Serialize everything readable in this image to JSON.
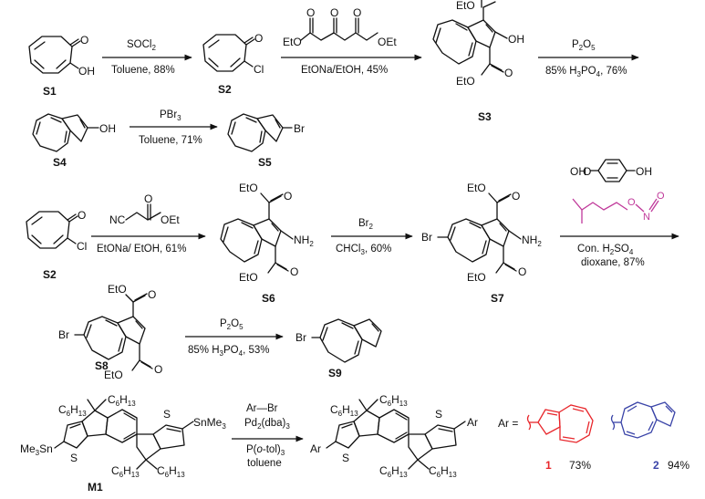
{
  "colors": {
    "ink": "#111111",
    "compound_1": "#e8262b",
    "compound_2": "#3a44a8",
    "nitrite": "#c0399a"
  },
  "compounds": {
    "S1": "S1",
    "S2": "S2",
    "S3": "S3",
    "S4": "S4",
    "S5": "S5",
    "S6": "S6",
    "S7": "S7",
    "S8": "S8",
    "S9": "S9",
    "M1": "M1"
  },
  "atoms": {
    "O": "O",
    "OH": "OH",
    "Cl": "Cl",
    "Br": "Br",
    "OEt": "OEt",
    "EtO": "EtO",
    "NC": "NC",
    "NH2": "NH",
    "NH2_sub": "2",
    "SnMe3": "SnMe",
    "SnMe3_sub": "3",
    "Me3Sn": "Me",
    "Me3Sn_sub": "3",
    "Me3Sn_tail": "Sn",
    "S": "S",
    "Ar": "Ar",
    "C6H13_C": "C",
    "C6H13_6": "6",
    "C6H13_H": "H",
    "C6H13_13": "13"
  },
  "reactions": {
    "r1": {
      "reagent": "SOCl",
      "reagent_sub": "2",
      "conditions": "Toluene, 88%"
    },
    "r2": {
      "conditions": "EtONa/EtOH, 45%"
    },
    "r3": {
      "reagent": "P",
      "reagent_sub1": "2",
      "reagent_mid": "O",
      "reagent_sub2": "5",
      "conditions_pre": "85% H",
      "conditions_sub1": "3",
      "conditions_mid": "PO",
      "conditions_sub2": "4",
      "conditions_post": ", 76%"
    },
    "r4": {
      "reagent": "PBr",
      "reagent_sub": "3",
      "conditions": "Toluene, 71%"
    },
    "r5": {
      "conditions": "EtONa/ EtOH, 61%"
    },
    "r6": {
      "reagent": "Br",
      "reagent_sub": "2",
      "conditions": "CHCl",
      "conditions_sub": "3",
      "conditions_post": ", 60%"
    },
    "r7": {
      "conditions1_pre": "Con. H",
      "conditions1_sub1": "2",
      "conditions1_mid": "SO",
      "conditions1_sub2": "4",
      "conditions2": "dioxane, 87%"
    },
    "r8": {
      "reagent": "P",
      "reagent_sub1": "2",
      "reagent_mid": "O",
      "reagent_sub2": "5",
      "conditions_pre": "85% H",
      "conditions_sub1": "3",
      "conditions_mid": "PO",
      "conditions_sub2": "4",
      "conditions_post": ", 53%"
    },
    "r9": {
      "line1": "Ar—Br",
      "line2_pre": "Pd",
      "line2_sub1": "2",
      "line2_mid": "(dba)",
      "line2_sub2": "3",
      "line3_pre": "P(",
      "line3_ital": "o",
      "line3_post": "-tol)",
      "line3_sub": "3",
      "line4": "toluene"
    }
  },
  "products": {
    "ar_equals": "Ar =",
    "p1": {
      "number": "1",
      "yield": "73%"
    },
    "p2": {
      "number": "2",
      "yield": "94%"
    }
  }
}
